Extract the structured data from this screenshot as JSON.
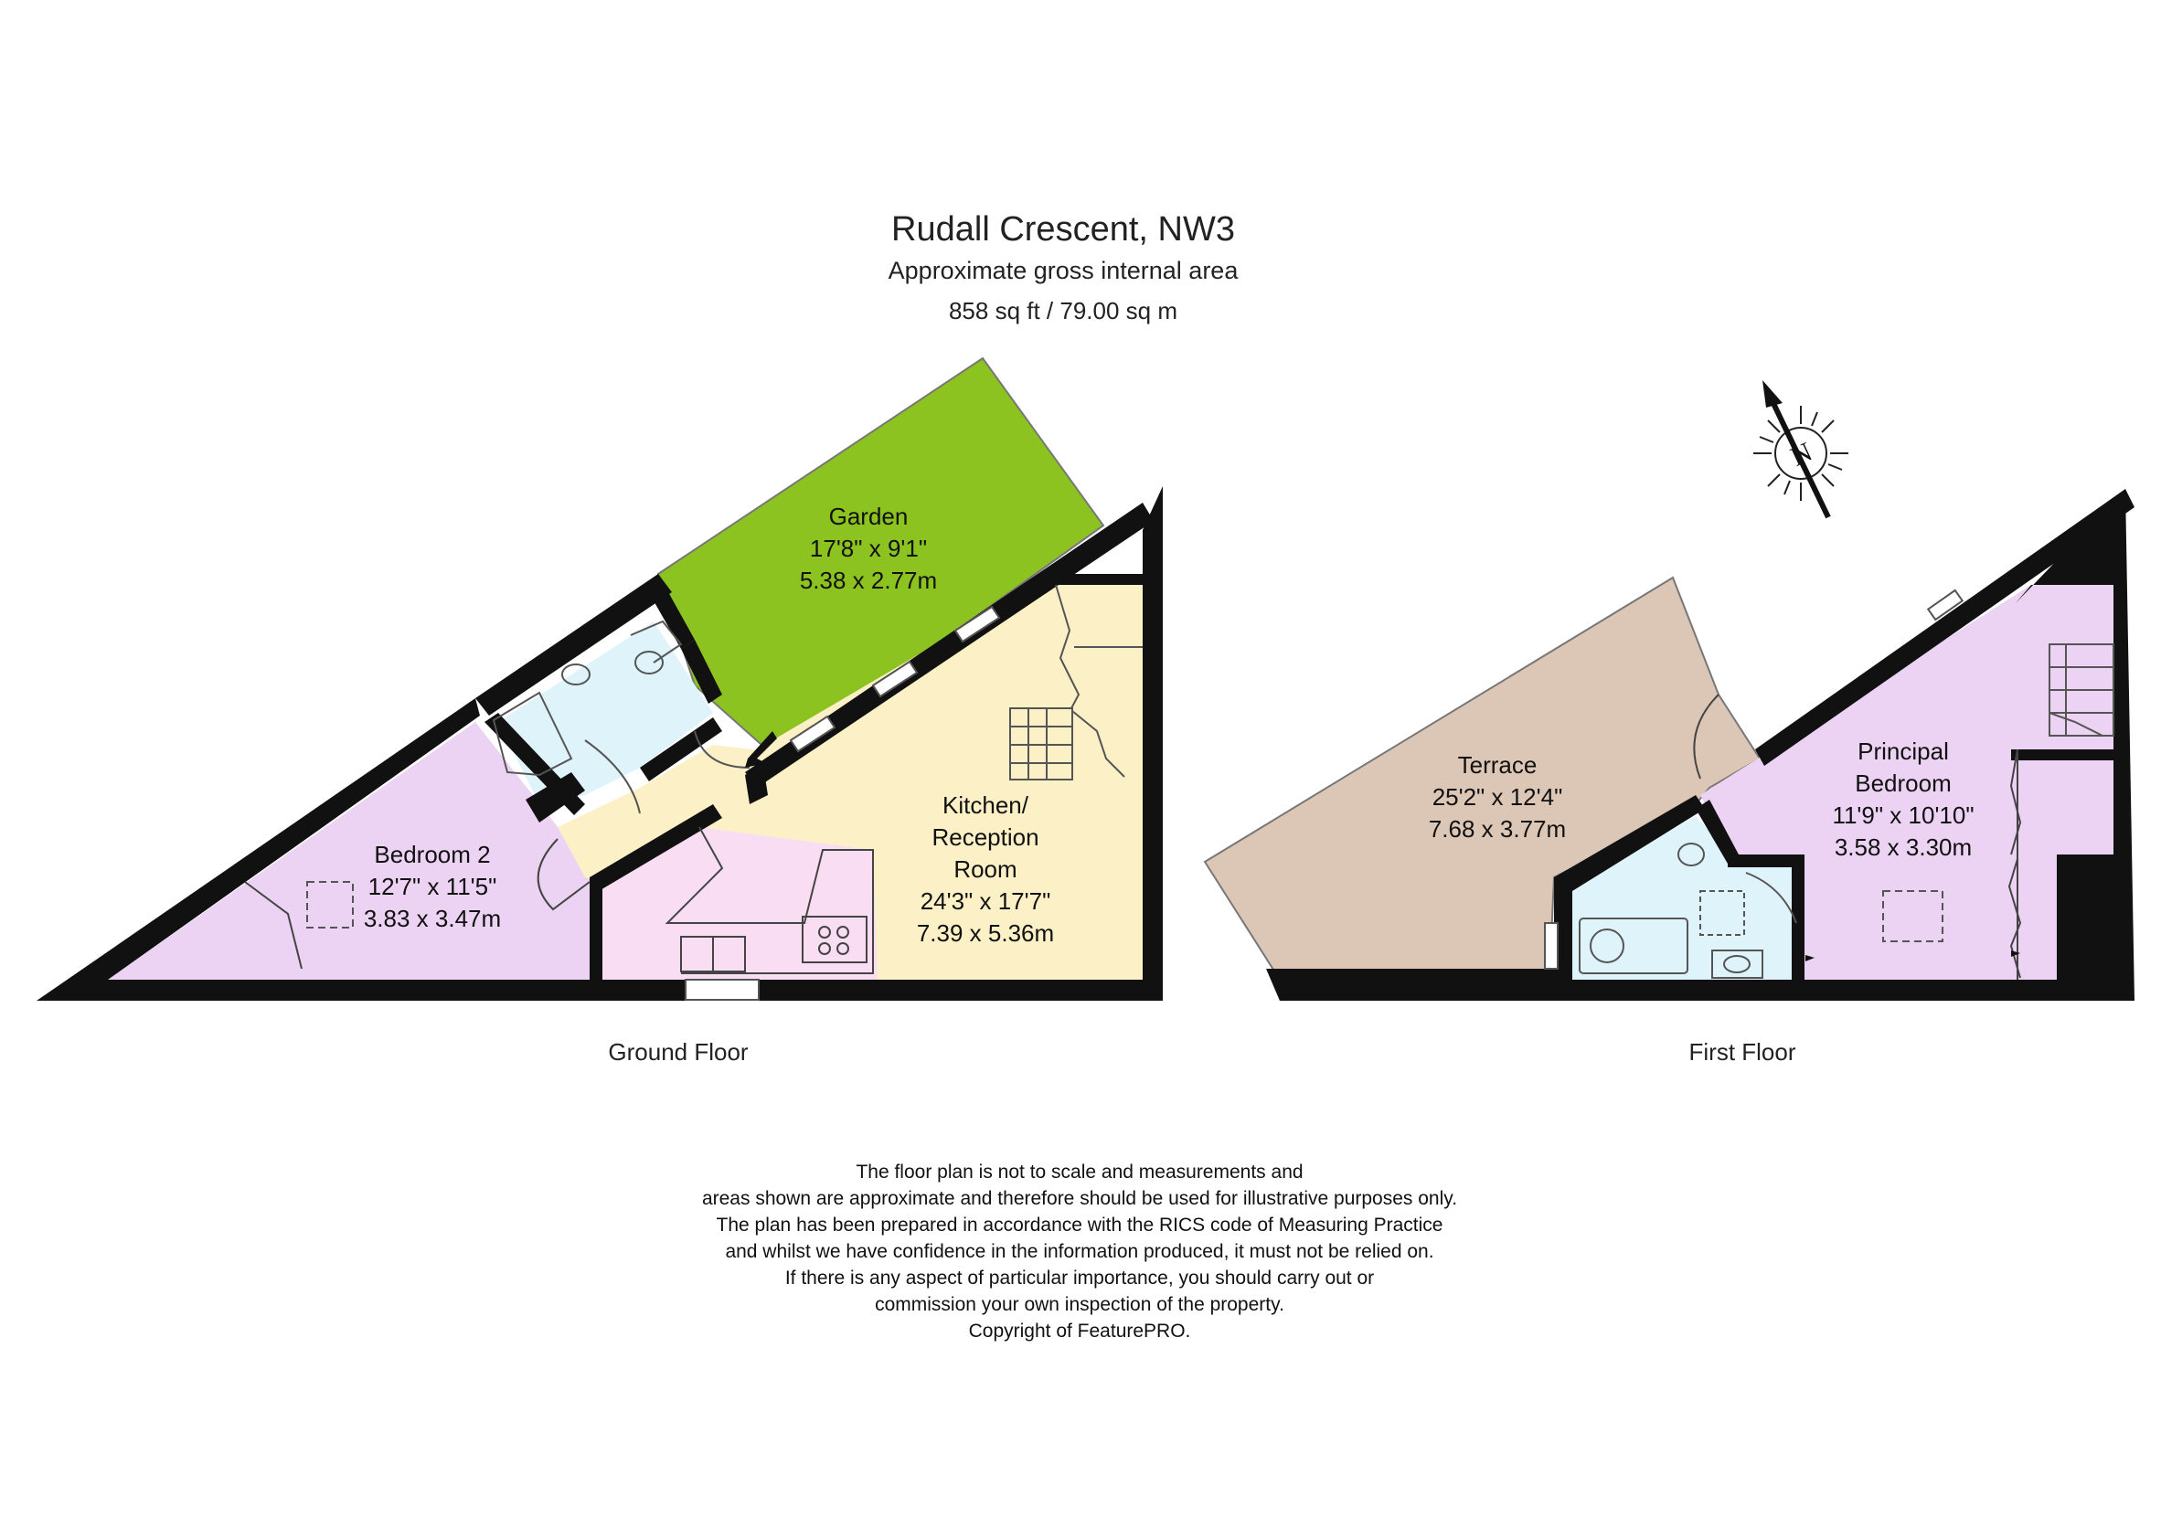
{
  "header": {
    "title": "Rudall Crescent, NW3",
    "subtitle": "Approximate gross internal area",
    "area": "858 sq ft  / 79.00 sq m"
  },
  "floors": {
    "ground": "Ground Floor",
    "first": "First Floor"
  },
  "rooms": {
    "garden": {
      "name": "Garden",
      "imperial": "17'8\" x 9'1\"",
      "metric": "5.38 x 2.77m"
    },
    "bedroom2": {
      "name": "Bedroom 2",
      "imperial": "12'7\" x 11'5\"",
      "metric": "3.83 x 3.47m"
    },
    "kitchen": {
      "name1": "Kitchen/",
      "name2": "Reception",
      "name3": "Room",
      "imperial": "24'3\" x 17'7\"",
      "metric": "7.39 x 5.36m"
    },
    "terrace": {
      "name": "Terrace",
      "imperial": "25'2\" x 12'4\"",
      "metric": "7.68 x 3.77m"
    },
    "principal": {
      "name1": "Principal",
      "name2": "Bedroom",
      "imperial": "11'9\" x 10'10\"",
      "metric": "3.58 x 3.30m"
    }
  },
  "compass": {
    "letter": "N"
  },
  "disclaimer": [
    "The floor plan is not to scale and measurements and",
    "areas shown are approximate and therefore should be used for illustrative purposes only.",
    "The plan has been prepared in accordance with the RICS code of Measuring Practice",
    "and whilst we have confidence in the information produced, it must not be relied on.",
    "If there is any aspect of particular importance, you should carry out or",
    "commission your own inspection of the property.",
    "Copyright of FeaturePRO."
  ],
  "colors": {
    "garden": "#8cc320",
    "kitchen": "#fcf0c6",
    "bedroom": "#ecd3f3",
    "kitchen_pink": "#f9def3",
    "bathroom": "#def3fa",
    "terrace": "#dcc6b6",
    "wall": "#111111"
  }
}
